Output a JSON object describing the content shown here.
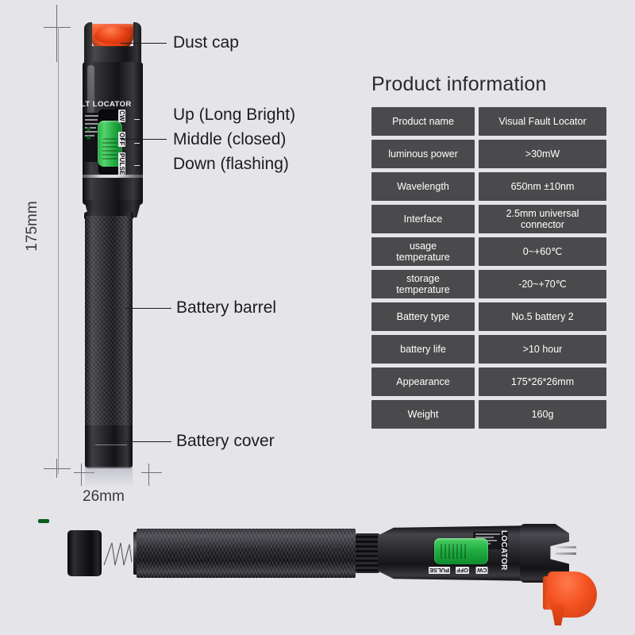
{
  "background_color": "#e4e4e9",
  "annotations": [
    {
      "id": "dust-cap",
      "label": "Dust cap"
    },
    {
      "id": "switch-up",
      "label": "Up (Long Bright)"
    },
    {
      "id": "switch-mid",
      "label": "Middle (closed)"
    },
    {
      "id": "switch-down",
      "label": "Down (flashing)"
    },
    {
      "id": "battery-barrel",
      "label": "Battery barrel"
    },
    {
      "id": "battery-cover",
      "label": "Battery cover"
    }
  ],
  "dimensions": {
    "height_label": "175mm",
    "width_label": "26mm"
  },
  "device": {
    "brand_text": "LT LOCATOR",
    "brand_text_horizontal": "LOCATOR",
    "mode_marks": [
      "CW",
      "OFF",
      "PULSE"
    ],
    "colors": {
      "body": "#1a1a1d",
      "switch": "#22b244",
      "dust_cap": "#f4511f"
    }
  },
  "spec_panel": {
    "title": "Product information",
    "rows": [
      {
        "key": "Product name",
        "value": "Visual Fault Locator"
      },
      {
        "key": "luminous power",
        "value": ">30mW"
      },
      {
        "key": "Wavelength",
        "value": "650nm ±10nm"
      },
      {
        "key": "Interface",
        "value": "2.5mm universal\nconnector"
      },
      {
        "key": "usage\ntemperature",
        "value": "0~+60℃"
      },
      {
        "key": "storage\ntemperature",
        "value": "-20~+70℃"
      },
      {
        "key": "Battery type",
        "value": "No.5 battery 2"
      },
      {
        "key": "battery life",
        "value": ">10 hour"
      },
      {
        "key": "Appearance",
        "value": "175*26*26mm"
      },
      {
        "key": "Weight",
        "value": "160g"
      }
    ]
  }
}
